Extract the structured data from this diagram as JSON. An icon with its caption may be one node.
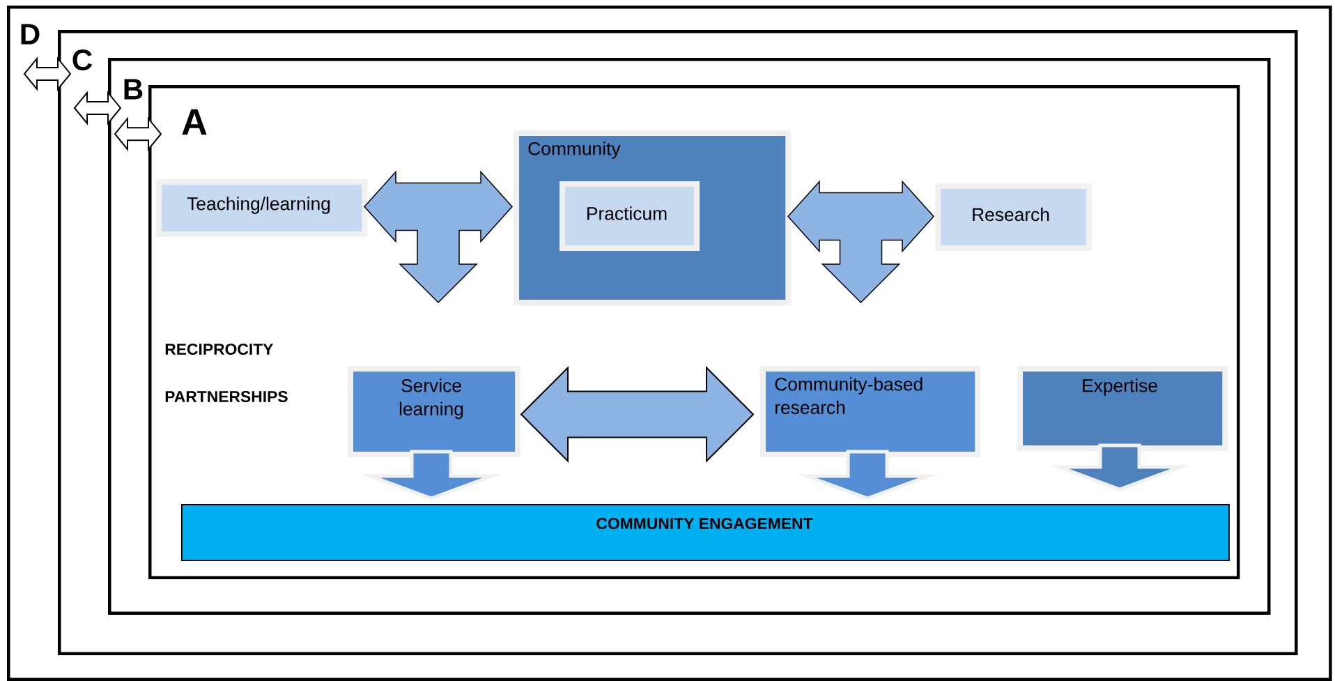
{
  "diagram": {
    "nodes": [
      {
        "text": [
          "D"
        ]
      },
      {
        "text": [
          "C"
        ],
        "in": 0
      },
      {
        "text": [
          "B"
        ],
        "in": 1
      },
      {
        "text": [
          "A"
        ],
        "in": 2
      },
      {
        "text": [
          "Teaching/learning"
        ],
        "in": 3
      },
      {
        "text": [
          "Community"
        ],
        "in": 3
      },
      {
        "text": [
          "Practicum"
        ],
        "in": 5
      },
      {
        "text": [
          "Research"
        ],
        "in": 3
      },
      {
        "text": [
          "Service learning"
        ],
        "in": 3
      },
      {
        "text": [
          "Community-based research"
        ],
        "in": 3
      },
      {
        "text": [
          "Expertise"
        ],
        "in": 3
      },
      {
        "text": [
          "COMMUNITY ENGAGEMENT"
        ],
        "in": 3
      }
    ],
    "edges": [
      {
        "from": 4,
        "to": 5,
        "arrow": "both"
      },
      {
        "from": 4,
        "to": null,
        "arrow": "both"
      },
      {
        "from": 5,
        "to": 7,
        "arrow": "both"
      },
      {
        "from": 7,
        "to": null,
        "arrow": "both"
      },
      {
        "from": 8,
        "to": 9,
        "arrow": "both"
      },
      {
        "from": 8,
        "to": 11,
        "arrow": "to"
      },
      {
        "from": 9,
        "to": 11,
        "arrow": "to"
      },
      {
        "from": 10,
        "to": 11,
        "arrow": "to"
      },
      {
        "from": 0,
        "to": 1,
        "arrow": "both"
      },
      {
        "from": 1,
        "to": 2,
        "arrow": "both"
      },
      {
        "from": 2,
        "to": 3,
        "arrow": "both"
      }
    ],
    "labels": [
      "RECIPROCITY",
      "PARTNERSHIPS"
    ]
  }
}
